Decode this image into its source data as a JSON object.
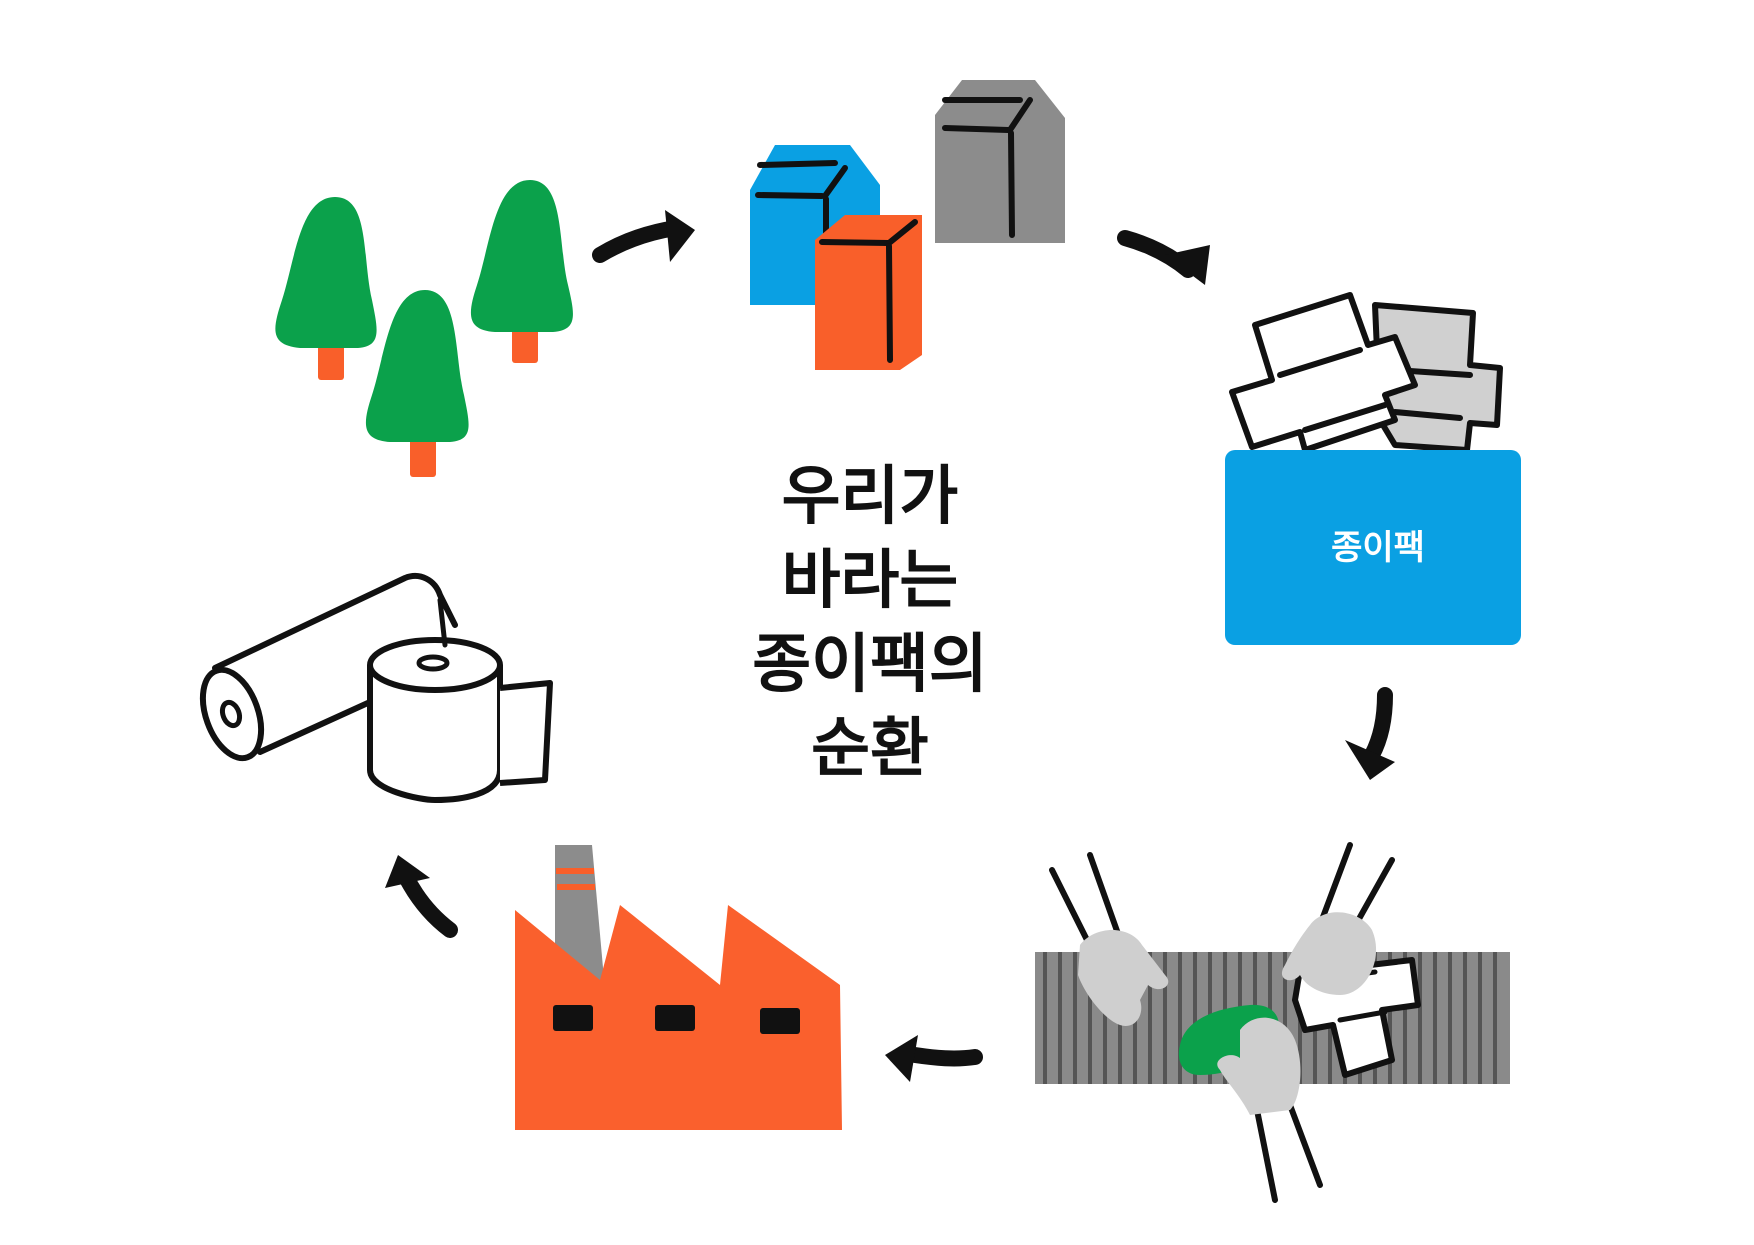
{
  "title": {
    "lines": [
      "우리가",
      "바라는",
      "종이팩의",
      "순환"
    ]
  },
  "bin": {
    "label": "종이팩"
  },
  "colors": {
    "tree_green": "#0ba14b",
    "trunk_orange": "#f95f2a",
    "carton_blue": "#0aa0e3",
    "carton_gray": "#8c8c8c",
    "factory_orange": "#fa602d",
    "light_gray": "#d0d0d0",
    "ink": "#111111"
  },
  "icons": [
    "tree-icon",
    "milk-carton-icon",
    "flattened-carton-icon",
    "recycling-bin-icon",
    "sorting-conveyor-icon",
    "glove-hand-icon",
    "factory-icon",
    "paper-roll-icon",
    "toilet-paper-icon",
    "cycle-arrow-icon"
  ]
}
